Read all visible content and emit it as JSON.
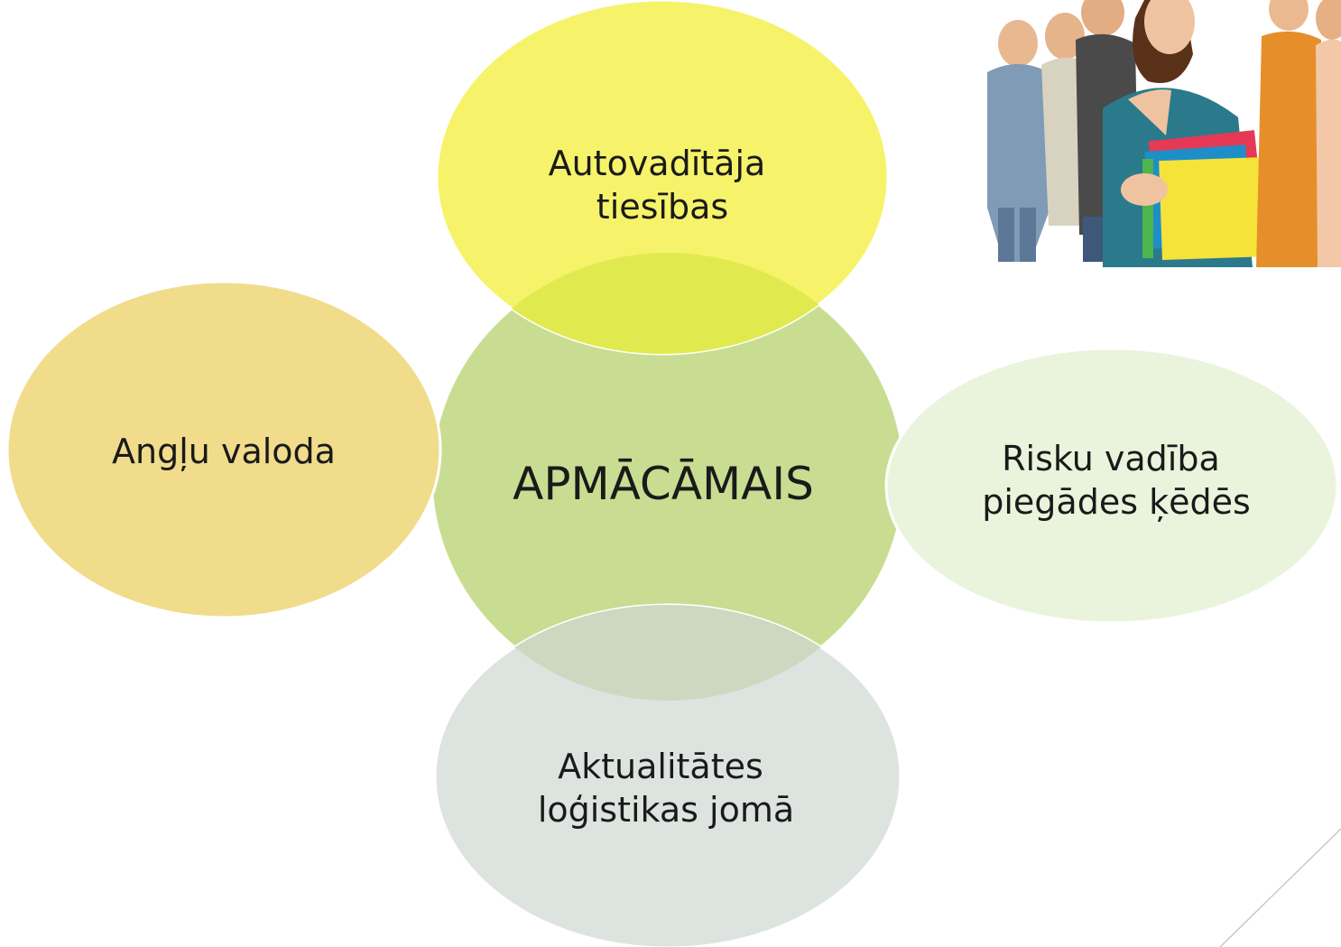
{
  "center": {
    "label": "APMĀCĀMAIS",
    "color": "#c9dd92"
  },
  "bubbles": [
    {
      "lines": [
        "Autovadītāja",
        "tiesības"
      ],
      "color": "#f6f36a"
    },
    {
      "lines": [
        "Angļu valoda"
      ],
      "color": "#f0dc8b"
    },
    {
      "lines": [
        "Risku vadība",
        "piegādes ķēdēs"
      ],
      "color": "#eaf4dd"
    },
    {
      "lines": [
        "Aktualitātes",
        "loģistikas jomā"
      ],
      "color": "#dde4e0"
    }
  ],
  "overlap_colors": {
    "top": "#e0ea4e",
    "bottom": "#cdd8c0"
  },
  "photo": {
    "icon": "students-photo"
  }
}
